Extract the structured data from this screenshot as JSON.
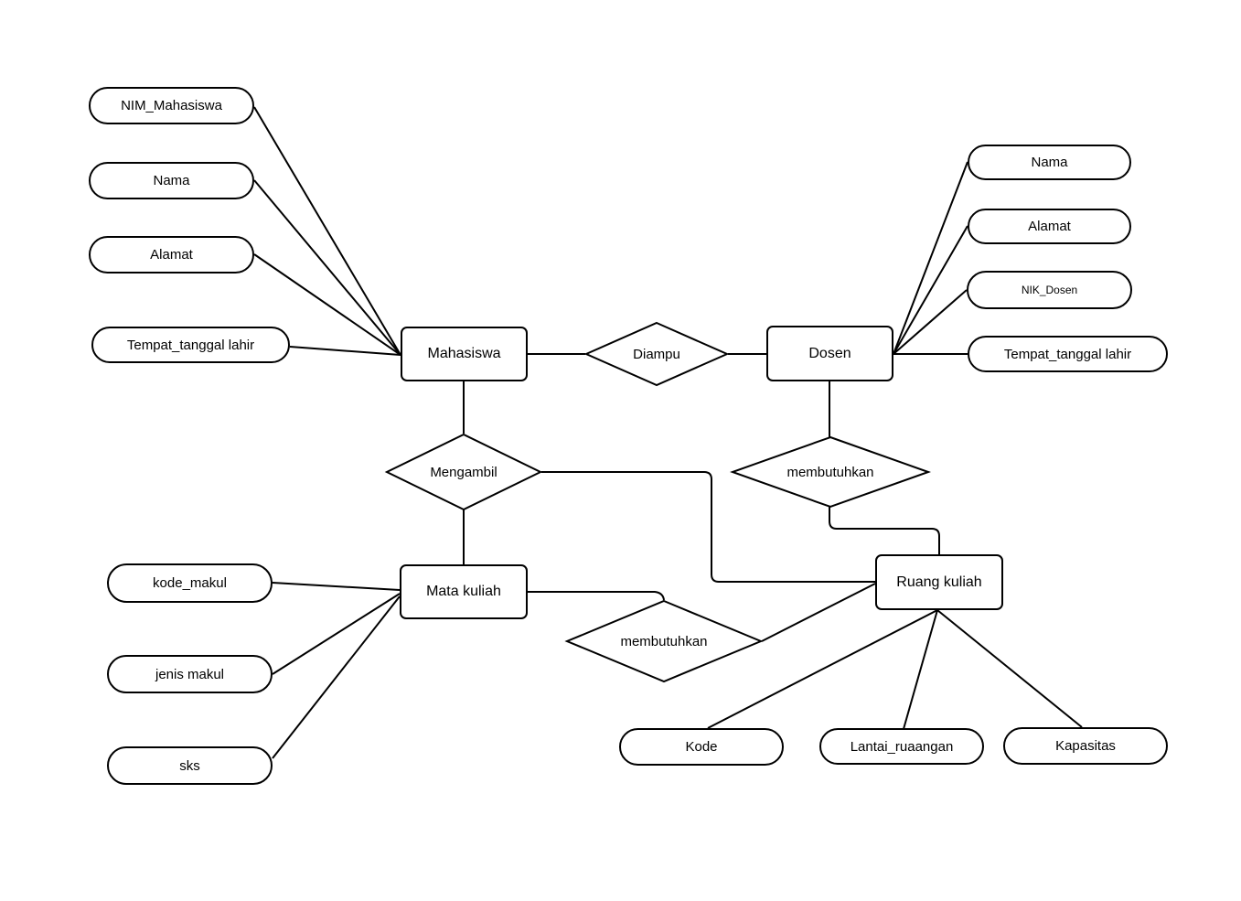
{
  "entities": {
    "mahasiswa": {
      "label": "Mahasiswa"
    },
    "dosen": {
      "label": "Dosen"
    },
    "mata_kuliah": {
      "label": "Mata kuliah"
    },
    "ruang_kuliah": {
      "label": "Ruang kuliah"
    }
  },
  "relationships": {
    "diampu": {
      "label": "Diampu"
    },
    "mengambil": {
      "label": "Mengambil"
    },
    "membutuhkan_dosen_ruang": {
      "label": "membutuhkan"
    },
    "membutuhkan_makul_ruang": {
      "label": "membutuhkan"
    }
  },
  "attributes": {
    "mahasiswa": {
      "nim": {
        "label": "NIM_Mahasiswa"
      },
      "nama": {
        "label": "Nama"
      },
      "alamat": {
        "label": "Alamat"
      },
      "ttl": {
        "label": "Tempat_tanggal lahir"
      }
    },
    "dosen": {
      "nama": {
        "label": "Nama"
      },
      "alamat": {
        "label": "Alamat"
      },
      "nik": {
        "label": "NIK_Dosen"
      },
      "ttl": {
        "label": "Tempat_tanggal lahir"
      }
    },
    "mata_kuliah": {
      "kode_makul": {
        "label": "kode_makul"
      },
      "jenis_makul": {
        "label": "jenis makul"
      },
      "sks": {
        "label": "sks"
      }
    },
    "ruang_kuliah": {
      "kode": {
        "label": "Kode"
      },
      "lantai": {
        "label": "Lantai_ruaangan"
      },
      "kapasitas": {
        "label": "Kapasitas"
      }
    }
  },
  "colors": {
    "background": "#ffffff",
    "shape_fill": "#ffffff",
    "stroke": "#000000",
    "text": "#000000"
  }
}
